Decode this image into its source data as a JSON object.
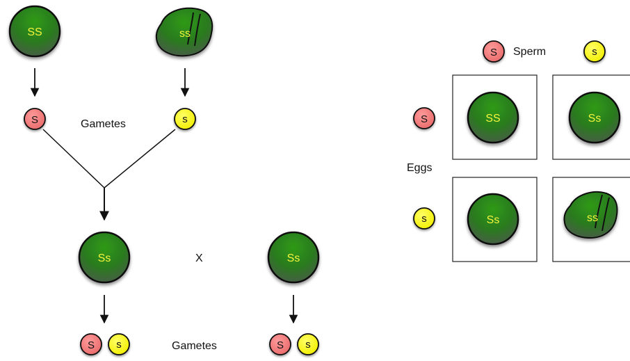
{
  "labels": {
    "gametes_top": "Gametes",
    "gametes_bottom": "Gametes",
    "cross": "X",
    "sperm": "Sperm",
    "eggs": "Eggs"
  },
  "parents": {
    "smooth": "SS",
    "wrinkled": "ss"
  },
  "parent_gametes": {
    "left": "S",
    "right": "s"
  },
  "f1": {
    "left": "Ss",
    "right": "Ss"
  },
  "f1_gametes": {
    "left_dominant": "S",
    "left_recessive": "s",
    "right_dominant": "S",
    "right_recessive": "s"
  },
  "punnett": {
    "sperm": [
      "S",
      "s"
    ],
    "eggs": [
      "S",
      "s"
    ],
    "cells": [
      "SS",
      "Ss",
      "Ss",
      "ss"
    ]
  },
  "colors": {
    "pea_light": "#3f9a2a",
    "pea_dark": "#16540f",
    "genotype_text": "#f5f53a",
    "dominant_gamete": "#f08080",
    "recessive_gamete": "#ffff00"
  }
}
